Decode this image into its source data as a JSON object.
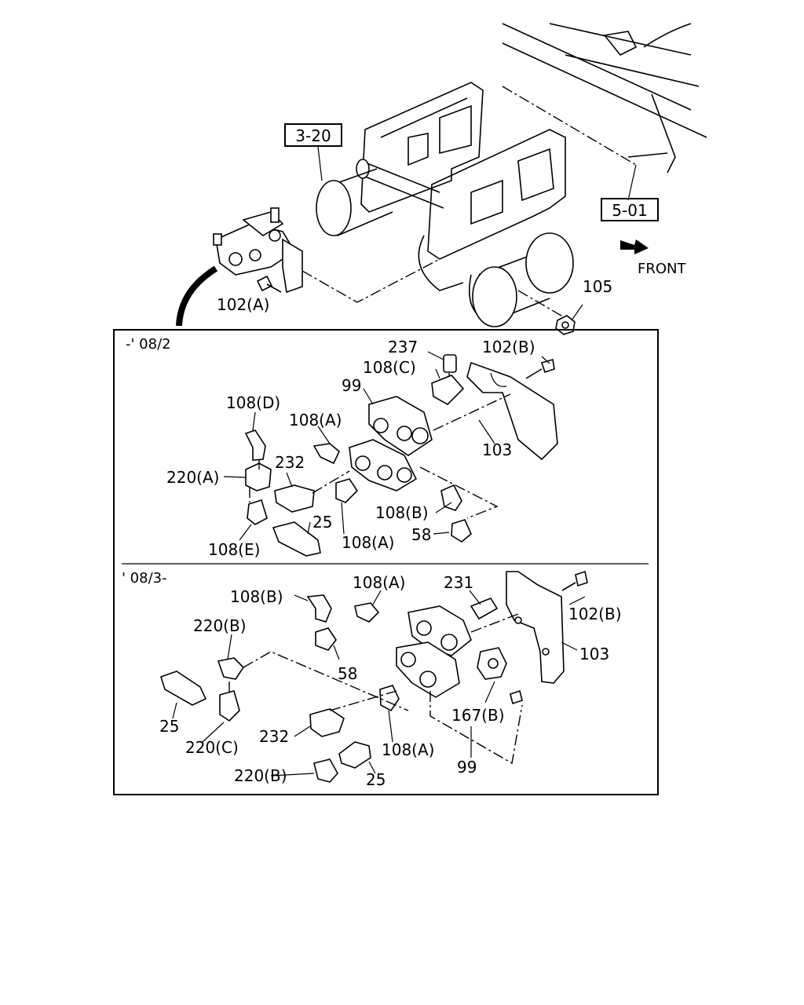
{
  "references": {
    "frame": "3-20",
    "cross_member": "5-01"
  },
  "direction": {
    "label": "FRONT"
  },
  "overview": {
    "bolt": "102(A)",
    "nut": "105"
  },
  "variant_early": {
    "period": "-' 08/2",
    "labels": {
      "p237": "237",
      "p108c": "108(C)",
      "p102b": "102(B)",
      "p99": "99",
      "p108d": "108(D)",
      "p108a_top": "108(A)",
      "p103": "103",
      "p220a": "220(A)",
      "p232": "232",
      "p25": "25",
      "p108b": "108(B)",
      "p108e": "108(E)",
      "p108a_bottom": "108(A)",
      "p58": "58"
    }
  },
  "variant_late": {
    "period": "' 08/3-",
    "labels": {
      "p108b": "108(B)",
      "p108a_top": "108(A)",
      "p231": "231",
      "p102b": "102(B)",
      "p220b_top": "220(B)",
      "p103": "103",
      "p58": "58",
      "p167b": "167(B)",
      "p25_left": "25",
      "p220c": "220(C)",
      "p232": "232",
      "p108a_bottom": "108(A)",
      "p99": "99",
      "p220b_bottom": "220(B)",
      "p25_bottom": "25"
    }
  },
  "icons": [
    "front-arrow-icon"
  ]
}
